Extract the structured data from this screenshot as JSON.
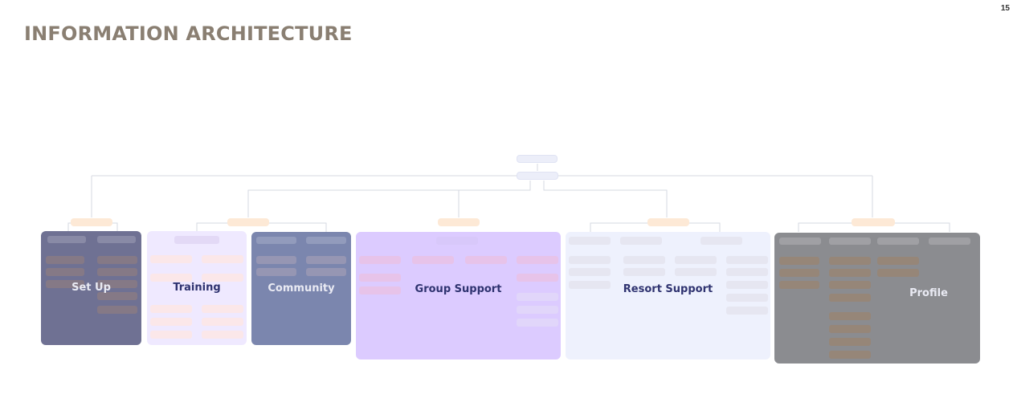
{
  "page": {
    "title": "INFORMATION ARCHITECTURE",
    "number": "15"
  },
  "sections": {
    "setup": "Set Up",
    "training": "Training",
    "community": "Community",
    "group_support": "Group Support",
    "resort_support": "Resort Support",
    "profile": "Profile"
  },
  "colors": {
    "title": "#8a7f72",
    "setup_bg": "#6f7193",
    "training_bg": "#efe9ff",
    "community_bg": "#7b86ae",
    "group_support_bg": "#dccbff",
    "resort_support_bg": "#eef1fd",
    "profile_bg": "#8b8c90"
  }
}
